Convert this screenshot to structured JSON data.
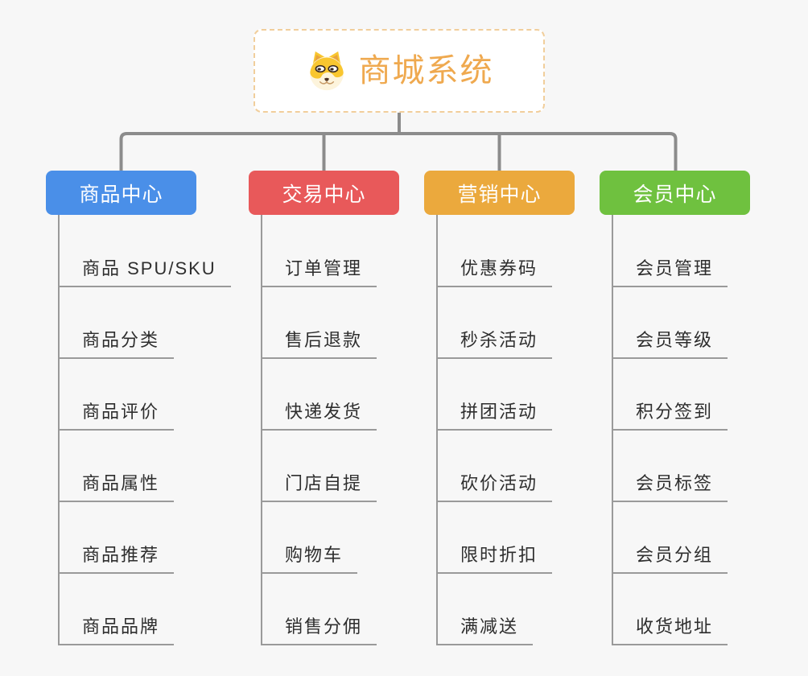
{
  "root": {
    "title": "商城系统",
    "icon": "dog-icon"
  },
  "branches": [
    {
      "name": "product-center",
      "label": "商品中心",
      "color": "#4A8FE8",
      "children": [
        "商品 SPU/SKU",
        "商品分类",
        "商品评价",
        "商品属性",
        "商品推荐",
        "商品品牌"
      ]
    },
    {
      "name": "trade-center",
      "label": "交易中心",
      "color": "#E8595A",
      "children": [
        "订单管理",
        "售后退款",
        "快递发货",
        "门店自提",
        "购物车",
        "销售分佣"
      ]
    },
    {
      "name": "marketing-center",
      "label": "营销中心",
      "color": "#EBA93D",
      "children": [
        "优惠券码",
        "秒杀活动",
        "拼团活动",
        "砍价活动",
        "限时折扣",
        "满减送"
      ]
    },
    {
      "name": "member-center",
      "label": "会员中心",
      "color": "#6FC13F",
      "children": [
        "会员管理",
        "会员等级",
        "积分签到",
        "会员标签",
        "会员分组",
        "收货地址"
      ]
    }
  ],
  "colors": {
    "background": "#F7F7F7",
    "root_title": "#EFA94F",
    "root_border": "#F1CE9B",
    "connector": "#8C8C8C",
    "leaf_line": "#9A9A9A",
    "leaf_text": "#2E2E2E"
  }
}
